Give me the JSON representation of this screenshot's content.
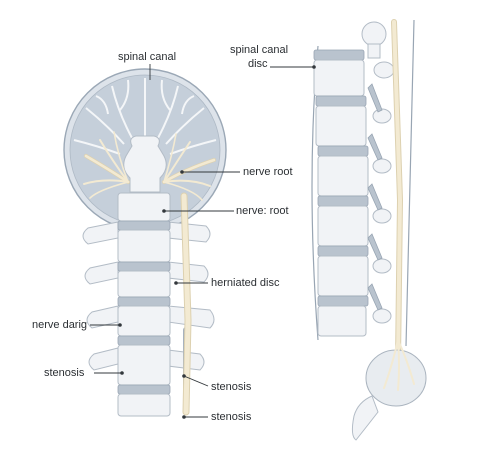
{
  "labels": {
    "spinal_canal": "spinal canal",
    "spinal_canal_disc_line1": "spinal canal",
    "spinal_canal_disc_line2": "disc",
    "nerve_root_1": "nerve root",
    "nerve_root_2": "nerve: root",
    "herniated_disc": "herniated disc",
    "nerve_darig": "nerve darig",
    "stenosis_left": "stenosis",
    "stenosis_right_1": "stenosis",
    "stenosis_right_2": "stenosis"
  },
  "colors": {
    "bone": "#f1f3f6",
    "disc": "#b9c3ce",
    "canal": "#c7d1db",
    "nerve": "#f3ead2",
    "leader": "#33383c"
  }
}
